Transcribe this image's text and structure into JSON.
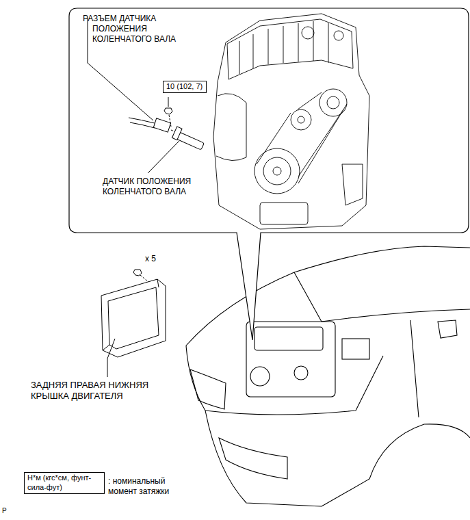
{
  "diagram": {
    "nodes": [
      {
        "text": [
          "10 (102, 7)"
        ]
      },
      {
        "text": [
          "Н*м (кгс*см, фунт-сила-фут)"
        ]
      }
    ],
    "labels": [
      "РАЗЪЕМ ДАТЧИКА ПОЛОЖЕНИЯ КОЛЕНЧАТОГО ВАЛА",
      "ДАТЧИК ПОЛОЖЕНИЯ КОЛЕНЧАТОГО ВАЛА",
      "x 5",
      "ЗАДНЯЯ ПРАВАЯ НИЖНЯЯ КРЫШКА ДВИГАТЕЛЯ",
      "P"
    ],
    "legend": [
      {
        "text": ": номинальный момент затяжки"
      }
    ]
  }
}
